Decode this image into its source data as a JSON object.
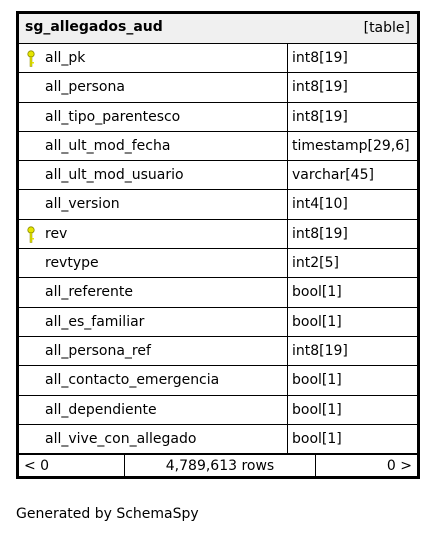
{
  "table": {
    "name": "sg_allegados_aud",
    "type_label": "[table]",
    "columns": [
      {
        "name": "all_pk",
        "type": "int8[19]",
        "key": true
      },
      {
        "name": "all_persona",
        "type": "int8[19]",
        "key": false
      },
      {
        "name": "all_tipo_parentesco",
        "type": "int8[19]",
        "key": false
      },
      {
        "name": "all_ult_mod_fecha",
        "type": "timestamp[29,6]",
        "key": false
      },
      {
        "name": "all_ult_mod_usuario",
        "type": "varchar[45]",
        "key": false
      },
      {
        "name": "all_version",
        "type": "int4[10]",
        "key": false
      },
      {
        "name": "rev",
        "type": "int8[19]",
        "key": true
      },
      {
        "name": "revtype",
        "type": "int2[5]",
        "key": false
      },
      {
        "name": "all_referente",
        "type": "bool[1]",
        "key": false
      },
      {
        "name": "all_es_familiar",
        "type": "bool[1]",
        "key": false
      },
      {
        "name": "all_persona_ref",
        "type": "int8[19]",
        "key": false
      },
      {
        "name": "all_contacto_emergencia",
        "type": "bool[1]",
        "key": false
      },
      {
        "name": "all_dependiente",
        "type": "bool[1]",
        "key": false
      },
      {
        "name": "all_vive_con_allegado",
        "type": "bool[1]",
        "key": false
      }
    ],
    "footer": {
      "prev": "< 0",
      "rows": "4,789,613 rows",
      "next": "0 >"
    }
  },
  "generated_by": "Generated by SchemaSpy",
  "colors": {
    "header_bg": "#f0f0f0",
    "key_icon": "#e6e600"
  }
}
